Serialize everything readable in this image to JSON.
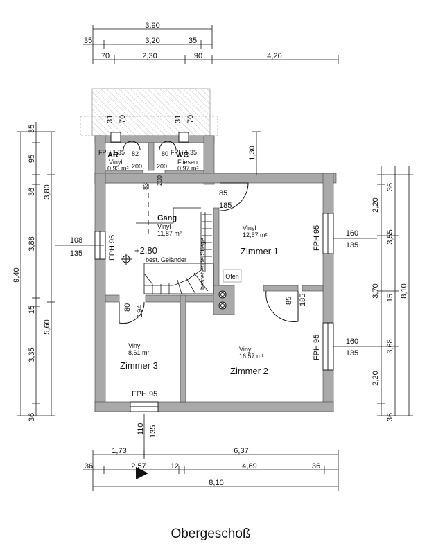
{
  "title": "Obergeschoß",
  "colors": {
    "wall": "#a9a9a9",
    "line": "#111111",
    "hatch": "#c8c8c8",
    "roof": "#9a9a9a"
  },
  "dims_top": {
    "r1": "3,90",
    "r2_a": "35",
    "r2_b": "3,20",
    "r2_c": "35",
    "r3_a": "70",
    "r3_b": "2,30",
    "r3_c": "90",
    "r3_d": "4,20"
  },
  "dims_bottom": {
    "r1_a": "1,73",
    "r1_b": "6,37",
    "r2_a": "36",
    "r2_b": "2,57",
    "r2_c": "12",
    "r2_d": "4,69",
    "r2_e": "36",
    "r3": "8,10",
    "door_a": "110",
    "door_b": "135"
  },
  "dims_left": {
    "total": "9,40",
    "a": "35",
    "b": "95",
    "c": "36",
    "d": "3,80",
    "e": "3,88",
    "f": "15",
    "g": "3,35",
    "h": "5,60",
    "i": "36",
    "win_a": "108",
    "win_b": "135"
  },
  "dims_right": {
    "total": "8,10",
    "a": "36",
    "b": "2,20",
    "c": "3,55",
    "d": "3,70",
    "e": "15",
    "f": "3,68",
    "g": "2,20",
    "h": "36",
    "w1_a": "160",
    "w1_b": "135",
    "w2_a": "160",
    "w2_b": "135",
    "z1_h": "1,30"
  },
  "balcony": {
    "l31": "31",
    "l70": "70",
    "r31": "31",
    "r70": "70"
  },
  "rooms": {
    "ar": {
      "name": "AR",
      "floor": "Vinyl",
      "area": "0,93 m²",
      "fph": "FPH 1,35",
      "w": "82",
      "d": "200"
    },
    "wc": {
      "name": "WC",
      "floor": "Fliesen",
      "area": "0,97 m²",
      "fph": "FPH 1,35",
      "w": "80",
      "d": "200"
    },
    "gang": {
      "name": "Gang",
      "floor": "Vinyl",
      "area": "11,87 m²",
      "level": "+2,80",
      "railing": "best. Geländer",
      "stairs": "bestehende Stiege",
      "d83": "83",
      "d200": "200"
    },
    "z1": {
      "name": "Zimmer 1",
      "floor": "Vinyl",
      "area": "12,57 m²",
      "door_w": "85",
      "door_h": "185",
      "oven": "Ofen"
    },
    "z2": {
      "name": "Zimmer 2",
      "floor": "Vinyl",
      "area": "16,57 m²",
      "door_w": "85",
      "door_h": "185"
    },
    "z3": {
      "name": "Zimmer 3",
      "floor": "Vinyl",
      "area": "8,61 m²",
      "door_w": "80",
      "door_h": "194",
      "fph": "FPH 95"
    }
  },
  "windows": {
    "west": "FPH 95",
    "east1": "FPH 95",
    "east2": "FPH 95"
  }
}
